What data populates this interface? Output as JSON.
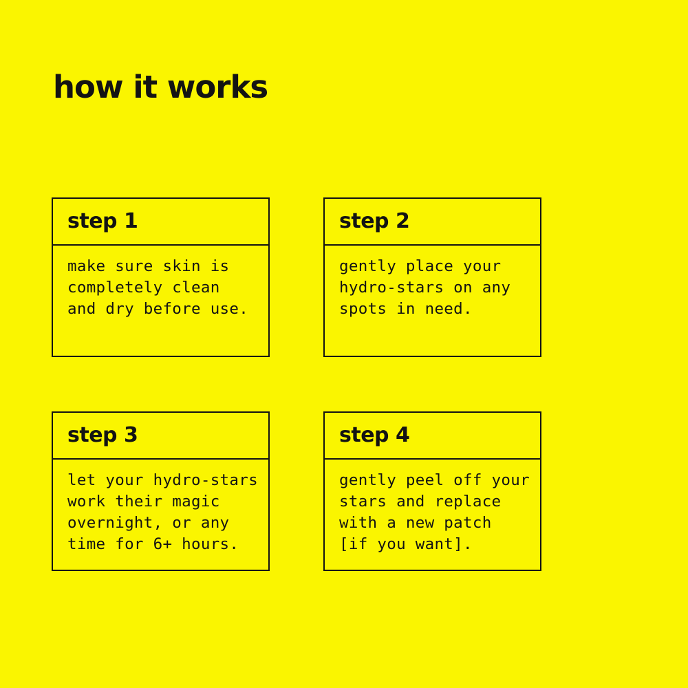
{
  "page": {
    "title": "how it works",
    "background_color": "#FAF500",
    "text_color": "#131313",
    "border_color": "#131313"
  },
  "steps": [
    {
      "label": "step 1",
      "body": "make sure skin is\ncompletely clean\nand dry before use."
    },
    {
      "label": "step 2",
      "body": "gently place your\nhydro-stars on any\nspots in need."
    },
    {
      "label": "step 3",
      "body": "let your hydro-stars\nwork their magic\novernight, or any\ntime for 6+ hours."
    },
    {
      "label": "step 4",
      "body": "gently peel off your\nstars and replace\nwith a new patch\n[if you want]."
    }
  ]
}
